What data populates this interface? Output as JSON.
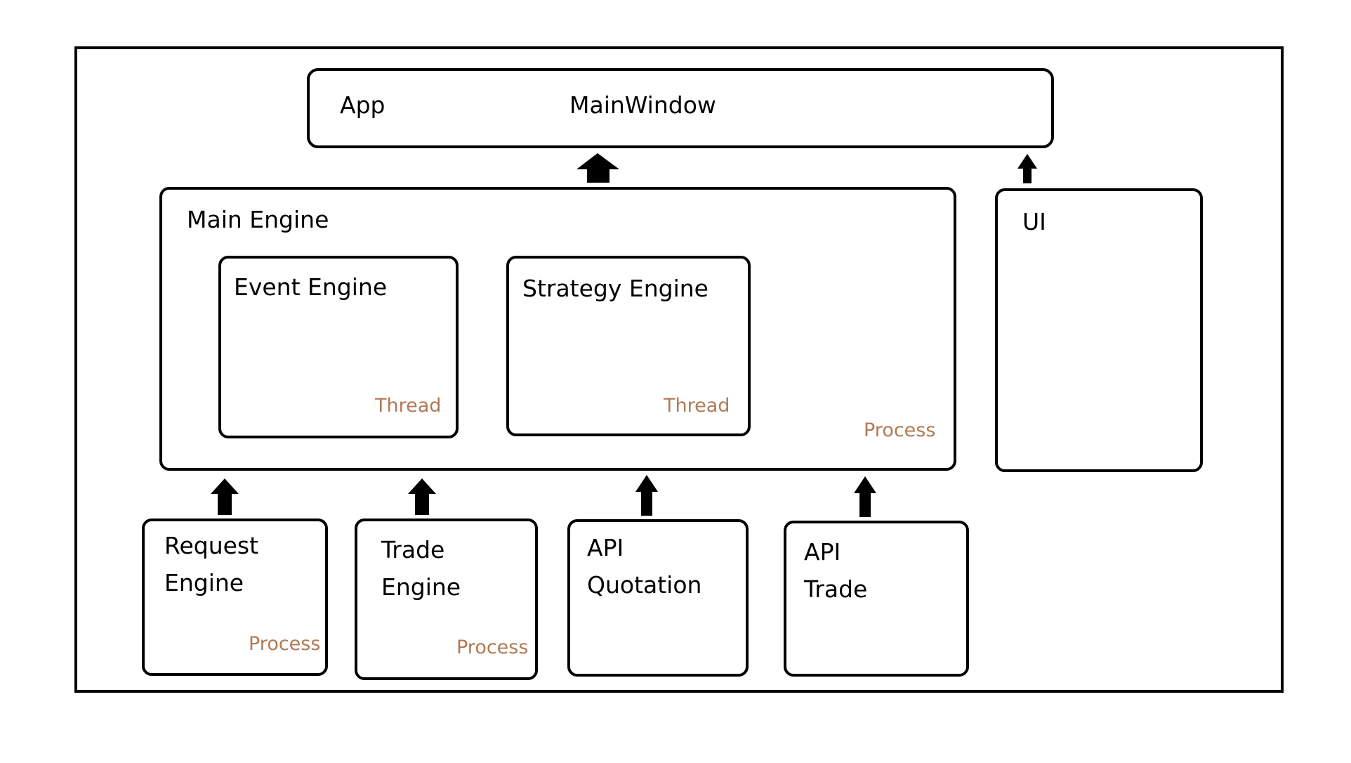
{
  "colors": {
    "border": "#000000",
    "tag": "#b07a55",
    "background": "#ffffff"
  },
  "app": {
    "label": "App",
    "main_window": "MainWindow"
  },
  "main_engine": {
    "label": "Main Engine",
    "tag": "Process",
    "event_engine": {
      "label": "Event Engine",
      "tag": "Thread"
    },
    "strategy_engine": {
      "label": "Strategy Engine",
      "tag": "Thread"
    }
  },
  "ui": {
    "label": "UI"
  },
  "bottom": {
    "request_engine": {
      "lines": [
        "Request",
        "Engine"
      ],
      "tag": "Process"
    },
    "trade_engine": {
      "lines": [
        "Trade",
        "Engine"
      ],
      "tag": "Process"
    },
    "api_quotation": {
      "lines": [
        "API",
        "Quotation"
      ]
    },
    "api_trade": {
      "lines": [
        "API",
        "Trade"
      ]
    }
  }
}
